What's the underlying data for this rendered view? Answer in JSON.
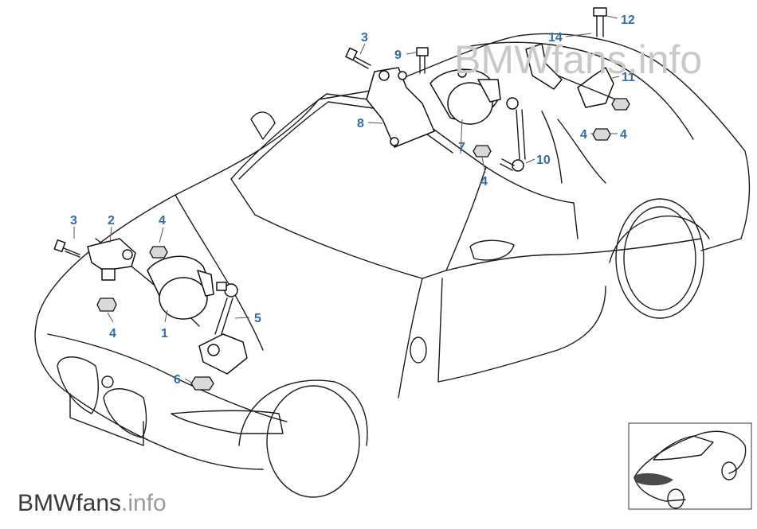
{
  "watermark": {
    "brand": "BMWfans",
    "suffix": ".info"
  },
  "callouts": [
    "1",
    "2",
    "3",
    "4",
    "5",
    "6",
    "7",
    "8",
    "9",
    "10",
    "11",
    "12",
    "14"
  ],
  "labels": {
    "front_3": "3",
    "front_2": "2",
    "front_4a": "4",
    "front_4b": "4",
    "front_1": "1",
    "front_5": "5",
    "front_6": "6",
    "rear_3": "3",
    "rear_9": "9",
    "rear_8": "8",
    "rear_7": "7",
    "rear_4a": "4",
    "rear_10": "10",
    "rear_14": "14",
    "rear_12": "12",
    "rear_11": "11",
    "rear_4b": "4",
    "rear_4c": "4"
  },
  "colors": {
    "callout": "#2f6db0",
    "line": "#1a1a1a",
    "watermark": "#c8c8c8"
  }
}
